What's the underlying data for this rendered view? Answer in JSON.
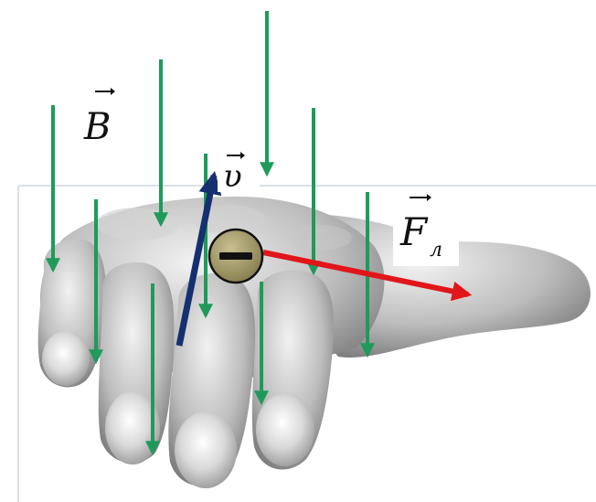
{
  "labels": {
    "field": "B",
    "velocity": "υ",
    "force": "F",
    "force_subscript": "л",
    "charge_sign": "−"
  },
  "colors": {
    "field_arrows": "#1f9a5a",
    "velocity_arrow": "#15306f",
    "force_arrow": "#e0161b",
    "charge_fill": "#a39a67",
    "charge_stroke": "#111111",
    "hand_light": "#f4f4f4",
    "hand_dark": "#6e6e6e",
    "frame": "#cfd6dc"
  }
}
